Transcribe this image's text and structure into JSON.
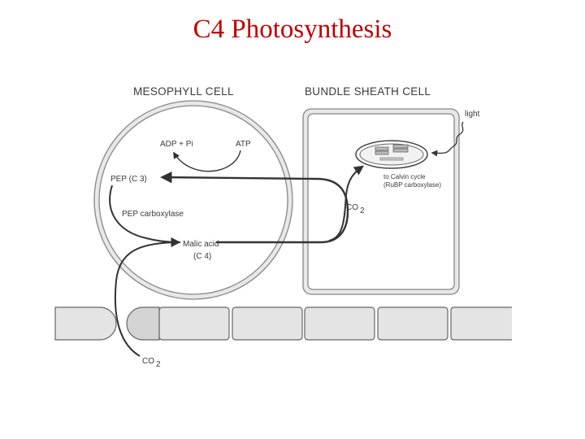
{
  "title": "C4 Photosynthesis",
  "labels": {
    "mesophyll_cell": "MESOPHYLL CELL",
    "bundle_sheath_cell": "BUNDLE SHEATH CELL",
    "light": "light",
    "adp_pi": "ADP + Pi",
    "atp": "ATP",
    "pep": "PEP (C 3)",
    "pep_carboxylase": "PEP carboxylase",
    "malic_acid": "Malic acid",
    "malic_acid_carbons": "(C 4)",
    "to_calvin_cycle": "to Calvin cycle",
    "rubp_carboxylase": "(RuBP carboxylase)",
    "co2_main": "CO",
    "co2_sub": "2"
  },
  "colors": {
    "title": "#c00000",
    "line": "#3a3a3a",
    "cell_fill": "#e8e8e8"
  }
}
